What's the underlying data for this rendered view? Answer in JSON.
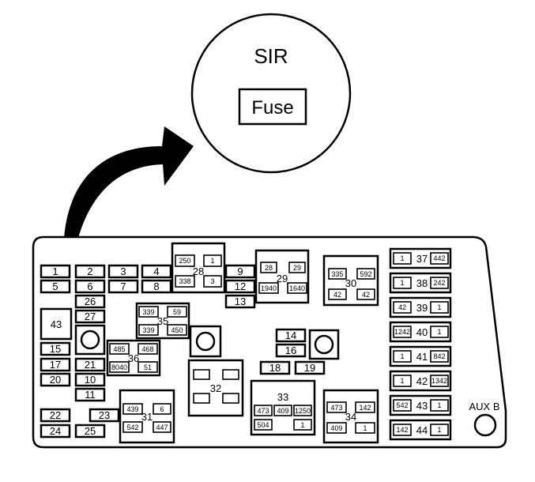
{
  "callout": {
    "title": "SIR",
    "fuse_label": "Fuse"
  },
  "panel": {
    "aux_label": "AUX B",
    "fuses": [
      {
        "id": "f1",
        "text": "1"
      },
      {
        "id": "f2",
        "text": "2"
      },
      {
        "id": "f3",
        "text": "3"
      },
      {
        "id": "f4",
        "text": "4"
      },
      {
        "id": "f5",
        "text": "5"
      },
      {
        "id": "f6",
        "text": "6"
      },
      {
        "id": "f7",
        "text": "7"
      },
      {
        "id": "f8",
        "text": "8"
      },
      {
        "id": "f9",
        "text": "9"
      },
      {
        "id": "f10",
        "text": "10"
      },
      {
        "id": "f11",
        "text": "11"
      },
      {
        "id": "f12",
        "text": "12"
      },
      {
        "id": "f13",
        "text": "13"
      },
      {
        "id": "f14",
        "text": "14"
      },
      {
        "id": "f15",
        "text": "15"
      },
      {
        "id": "f16",
        "text": "16"
      },
      {
        "id": "f17",
        "text": "17"
      },
      {
        "id": "f18",
        "text": "18"
      },
      {
        "id": "f19",
        "text": "19"
      },
      {
        "id": "f20",
        "text": "20"
      },
      {
        "id": "f21",
        "text": "21"
      },
      {
        "id": "f22",
        "text": "22"
      },
      {
        "id": "f23",
        "text": "23"
      },
      {
        "id": "f24",
        "text": "24"
      },
      {
        "id": "f25",
        "text": "25"
      },
      {
        "id": "f26",
        "text": "26"
      },
      {
        "id": "f27",
        "text": "27"
      },
      {
        "id": "f43",
        "text": "43"
      }
    ],
    "relays": {
      "r28": {
        "label": "28",
        "p1": "250",
        "p2": "1",
        "p3": "338",
        "p4": "3"
      },
      "r29": {
        "label": "29",
        "p1": "28",
        "p2": "29",
        "p3": "1940",
        "p4": "1640"
      },
      "r30": {
        "label": "30",
        "p1": "335",
        "p2": "592",
        "p3": "42",
        "p4": "42"
      },
      "r31": {
        "label": "31",
        "p1": "439",
        "p2": "6",
        "p3": "542",
        "p4": "447"
      },
      "r32": {
        "label": "32"
      },
      "r33": {
        "label": "33",
        "p1": "473",
        "p2": "409",
        "p3": "1250",
        "p4": "504",
        "p5": "1"
      },
      "r34": {
        "label": "34",
        "p1": "473",
        "p2": "142",
        "p3": "409",
        "p4": "1"
      },
      "r35": {
        "label": "35",
        "p1": "339",
        "p2": "59",
        "p3": "339",
        "p4": "450"
      },
      "r36": {
        "label": "36",
        "p1": "485",
        "p2": "468",
        "p3": "8040",
        "p4": "51"
      }
    },
    "right_column": [
      {
        "num": "37",
        "left": "1",
        "right": "442"
      },
      {
        "num": "38",
        "left": "1",
        "right": "242"
      },
      {
        "num": "39",
        "left": "42",
        "right": "1"
      },
      {
        "num": "40",
        "left": "1242",
        "right": "1"
      },
      {
        "num": "41",
        "left": "1",
        "right": "842"
      },
      {
        "num": "42",
        "left": "1",
        "right": "1342"
      },
      {
        "num": "43",
        "left": "542",
        "right": "1"
      },
      {
        "num": "44",
        "left": "142",
        "right": "1"
      }
    ]
  }
}
